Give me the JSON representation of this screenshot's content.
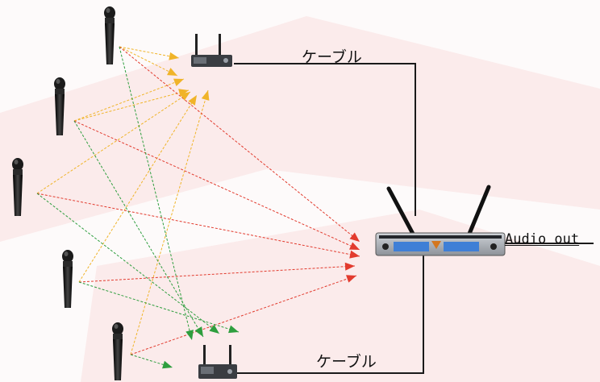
{
  "labels": {
    "cable_top": "ケーブル",
    "cable_bottom": "ケーブル",
    "audio_out": "Audio out"
  },
  "colors": {
    "yellow_link": "#f0b429",
    "red_link": "#e23b2e",
    "green_link": "#2e9e3e",
    "cable": "#1a1a1a",
    "watermark_red": "#e06060"
  },
  "icons": {
    "microphone": "handheld-microphone-icon",
    "antenna_unit": "antenna-receiver-icon",
    "main_receiver": "dual-channel-receiver-icon"
  }
}
